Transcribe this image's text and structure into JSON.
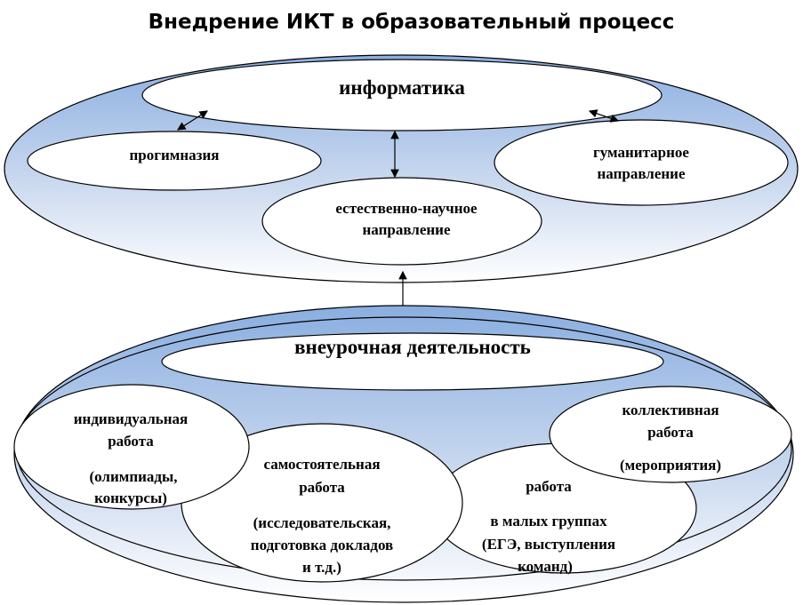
{
  "title": "Внедрение ИКТ в образовательный процесс",
  "colors": {
    "gradient_top": "#8aaee0",
    "gradient_bottom": "#ffffff",
    "stroke": "#000000"
  },
  "top_group": {
    "center": "информатика",
    "progymnasium": "прогимназия",
    "humanities": [
      "гуманитарное",
      "направление"
    ],
    "science": [
      "естественно-научное",
      "направление"
    ]
  },
  "bottom_group": {
    "center": "внеурочная деятельность",
    "individual": [
      "индивидуальная",
      "работа",
      "(олимпиады,",
      "конкурсы)"
    ],
    "independent": [
      "самостоятельная",
      "работа",
      "(исследовательская,",
      "подготовка докладов",
      "и т.д.)"
    ],
    "small_groups": [
      "работа",
      "в малых группах",
      "(ЕГЭ, выступления",
      "команд)"
    ],
    "collective": [
      "коллективная",
      "работа",
      "(мероприятия)"
    ]
  }
}
